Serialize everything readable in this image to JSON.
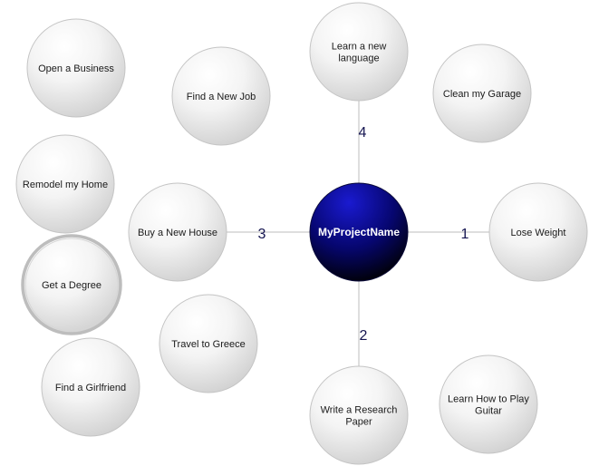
{
  "center": {
    "label": "MyProjectName"
  },
  "connected": [
    {
      "id": "lose-weight",
      "lines": [
        "Lose Weight"
      ],
      "priority": "1"
    },
    {
      "id": "write-research-paper",
      "lines": [
        "Write a Research",
        "Paper"
      ],
      "priority": "2"
    },
    {
      "id": "buy-new-house",
      "lines": [
        "Buy a New House"
      ],
      "priority": "3"
    },
    {
      "id": "learn-new-language",
      "lines": [
        "Learn a new",
        "language"
      ],
      "priority": "4"
    }
  ],
  "ideas": [
    {
      "id": "open-business",
      "lines": [
        "Open a Business"
      ]
    },
    {
      "id": "find-new-job",
      "lines": [
        "Find a New Job"
      ]
    },
    {
      "id": "clean-garage",
      "lines": [
        "Clean my Garage"
      ]
    },
    {
      "id": "remodel-home",
      "lines": [
        "Remodel my Home"
      ]
    },
    {
      "id": "get-degree",
      "lines": [
        "Get a Degree"
      ],
      "selected": true
    },
    {
      "id": "travel-greece",
      "lines": [
        "Travel to Greece"
      ]
    },
    {
      "id": "find-girlfriend",
      "lines": [
        "Find a Girlfriend"
      ]
    },
    {
      "id": "learn-guitar",
      "lines": [
        "Learn How to Play",
        "Guitar"
      ]
    }
  ],
  "colors": {
    "center_light": "#1a1ad0",
    "center_dark": "#000000",
    "bubble_light": "#ffffff",
    "bubble_dark": "#cfcfcf",
    "connector": "#bdbdbd",
    "priority_text": "#141450"
  }
}
